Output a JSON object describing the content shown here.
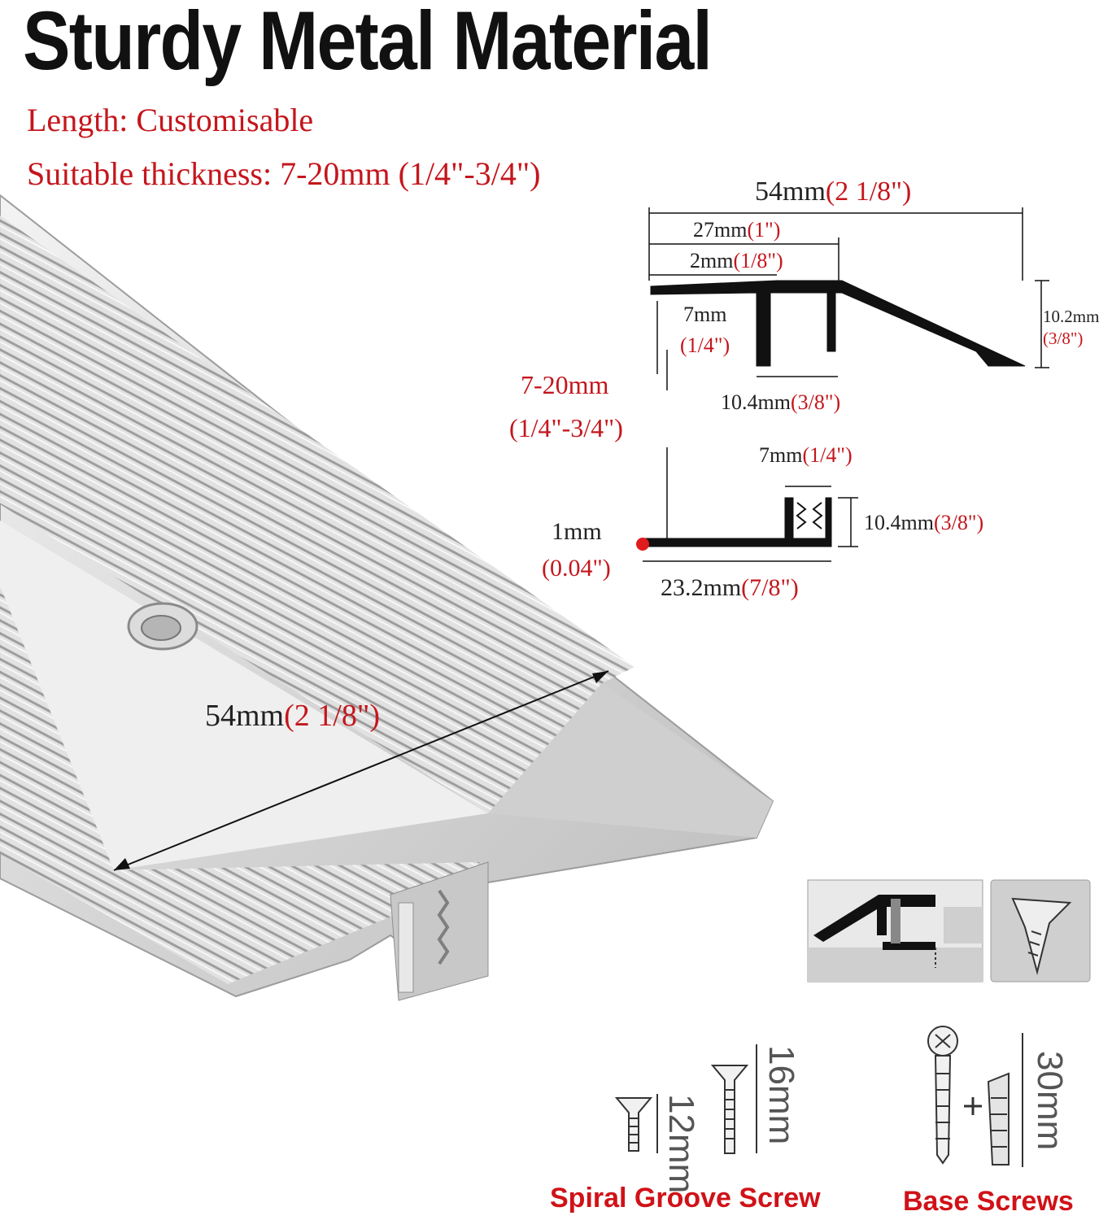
{
  "title": "Sturdy Metal Material",
  "specs": {
    "length": "Length: Customisable",
    "thickness": "Suitable thickness: 7-20mm (1/4\"-3/4\")"
  },
  "profile": {
    "overall_width": {
      "mm": "54mm",
      "in": "(2 1/8\")"
    },
    "half_width": {
      "mm": "27mm",
      "in": "(1\")"
    },
    "top_thickness": {
      "mm": "2mm",
      "in": "(1/8\")"
    },
    "leg_height": {
      "mm": "7mm",
      "in": "(1/4\")"
    },
    "height": {
      "mm": "10.2mm",
      "in": "(3/8\")"
    },
    "leg_gap": {
      "mm": "10.4mm",
      "in": "(3/8\")"
    },
    "floor_range": {
      "mm": "7-20mm",
      "in": "(1/4\"-3/4\")"
    }
  },
  "base": {
    "clip_width": {
      "mm": "7mm",
      "in": "(1/4\")"
    },
    "clip_height": {
      "mm": "10.4mm",
      "in": "(3/8\")"
    },
    "base_thickness": {
      "mm": "1mm",
      "in": "(0.04\")"
    },
    "base_width": {
      "mm": "23.2mm",
      "in": "(7/8\")"
    }
  },
  "product_width": {
    "mm": "54mm",
    "in": "(2 1/8\")"
  },
  "screws": {
    "small": "12mm",
    "medium": "16mm",
    "long": "30mm",
    "spiral_caption": "Spiral Groove Screw",
    "base_caption": "Base Screws"
  },
  "colors": {
    "accent": "#c4161c",
    "metal": "#d9d9d9"
  }
}
